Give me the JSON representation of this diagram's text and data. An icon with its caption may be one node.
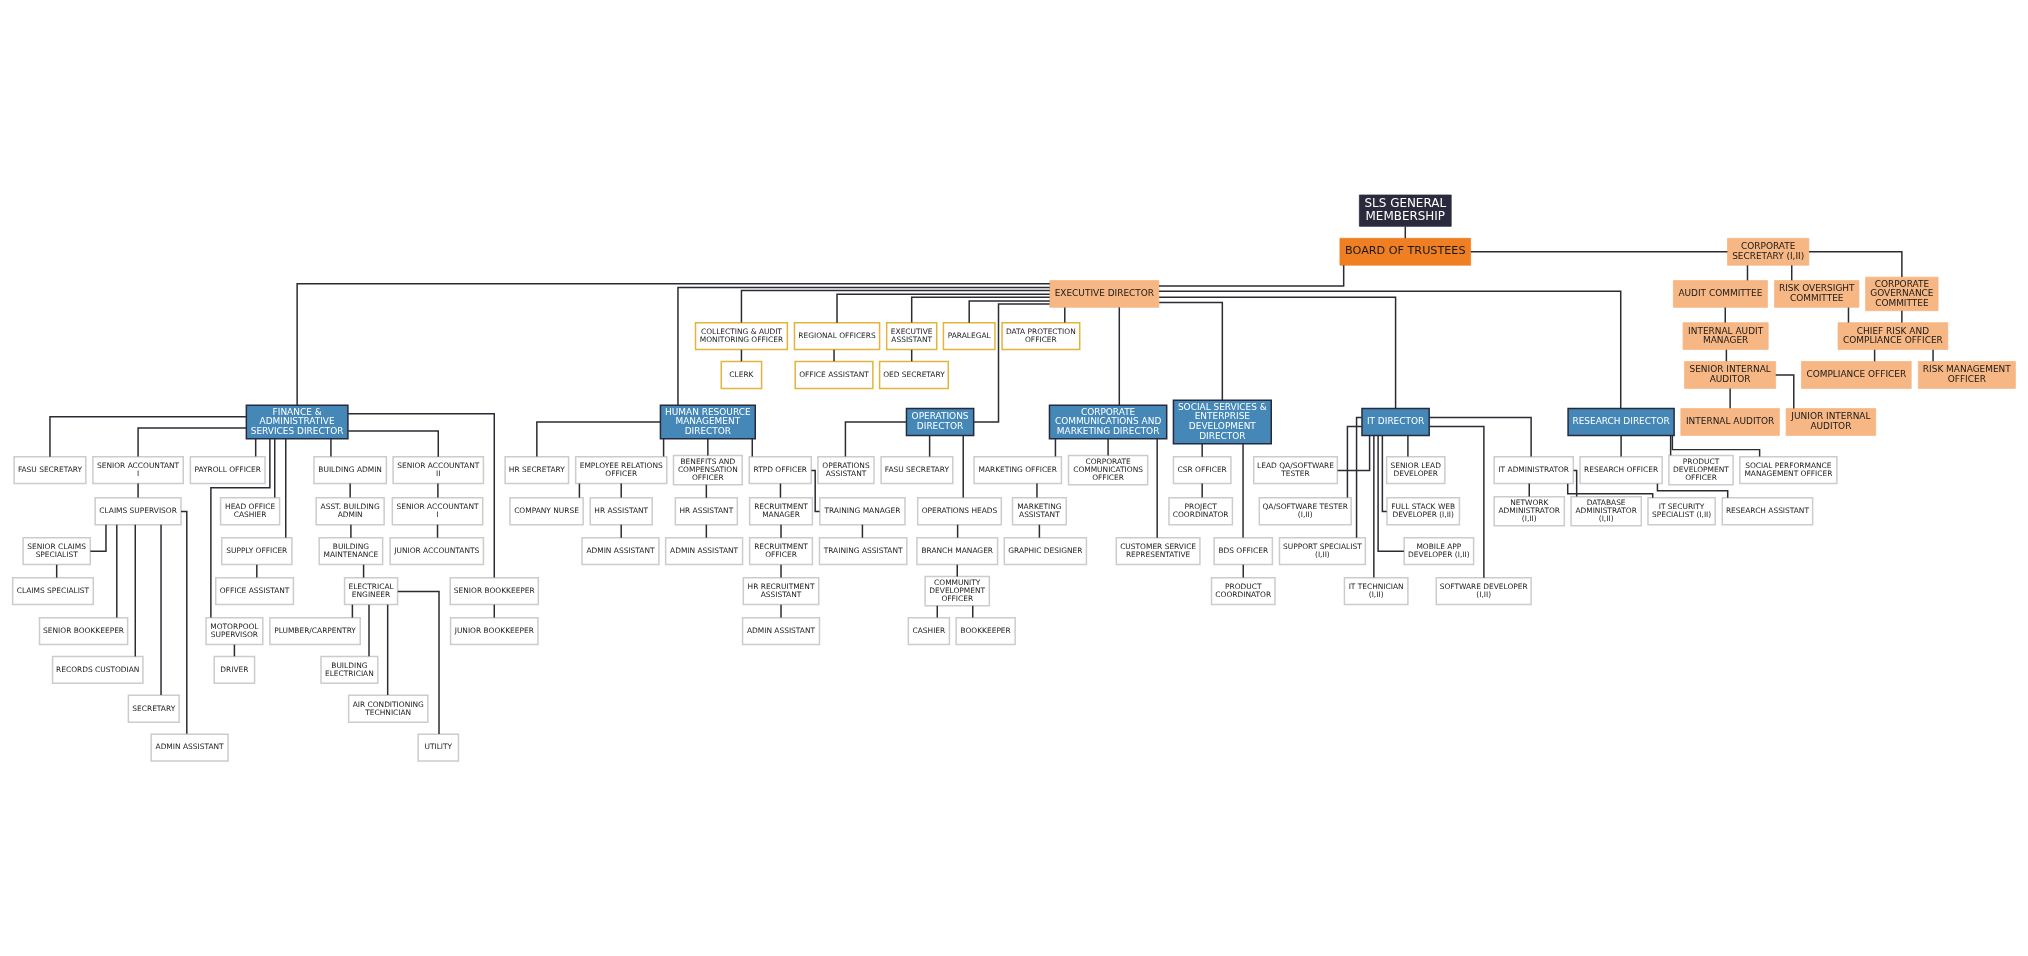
{
  "diagram": {
    "nodes": [
      {
        "text": [
          "SLS GENERAL MEMBERSHIP"
        ]
      },
      {
        "text": [
          "BOARD OF TRUSTEES"
        ]
      },
      {
        "text": [
          "CORPORATE SECRETARY (I,II)"
        ]
      },
      {
        "text": [
          "AUDIT COMMITTEE"
        ]
      },
      {
        "text": [
          "INTERNAL AUDIT MANAGER"
        ]
      },
      {
        "text": [
          "SENIOR INTERNAL AUDITOR"
        ]
      },
      {
        "text": [
          "INTERNAL AUDITOR"
        ]
      },
      {
        "text": [
          "JUNIOR INTERNAL AUDITOR"
        ]
      },
      {
        "text": [
          "RISK OVERSIGHT COMMITTEE"
        ]
      },
      {
        "text": [
          "CORPORATE GOVERNANCE COMMITTEE"
        ]
      },
      {
        "text": [
          "CHIEF RISK AND COMPLIANCE OFFICER"
        ]
      },
      {
        "text": [
          "COMPLIANCE OFFICER"
        ]
      },
      {
        "text": [
          "RISK MANAGEMENT OFFICER"
        ]
      },
      {
        "text": [
          "EXECUTIVE DIRECTOR"
        ]
      },
      {
        "text": [
          "COLLECTING & AUDIT MONITORING OFFICER"
        ]
      },
      {
        "text": [
          "CLERK"
        ]
      },
      {
        "text": [
          "REGIONAL OFFICERS"
        ]
      },
      {
        "text": [
          "OFFICE ASSISTANT"
        ]
      },
      {
        "text": [
          "EXECUTIVE ASSISTANT"
        ]
      },
      {
        "text": [
          "OED SECRETARY"
        ]
      },
      {
        "text": [
          "PARALEGAL"
        ]
      },
      {
        "text": [
          "DATA PROTECTION OFFICER"
        ]
      },
      {
        "text": [
          "FINANCE & ADMINISTRATIVE SERVICES DIRECTOR"
        ]
      },
      {
        "text": [
          "HUMAN RESOURCE MANAGEMENT DIRECTOR"
        ]
      },
      {
        "text": [
          "OPERATIONS DIRECTOR"
        ]
      },
      {
        "text": [
          "CORPORATE COMMUNICATIONS AND MARKETING DIRECTOR"
        ]
      },
      {
        "text": [
          "SOCIAL SERVICES & ENTERPRISE DEVELOPMENT DIRECTOR"
        ]
      },
      {
        "text": [
          "IT DIRECTOR"
        ]
      },
      {
        "text": [
          "RESEARCH DIRECTOR"
        ]
      },
      {
        "text": [
          "FASU SECRETARY"
        ]
      },
      {
        "text": [
          "SENIOR ACCOUNTANT I"
        ]
      },
      {
        "text": [
          "CLAIMS SUPERVISOR"
        ]
      },
      {
        "text": [
          "SENIOR CLAIMS SPECIALIST"
        ]
      },
      {
        "text": [
          "CLAIMS SPECIALIST"
        ]
      },
      {
        "text": [
          "SENIOR BOOKKEEPER"
        ]
      },
      {
        "text": [
          "RECORDS CUSTODIAN"
        ]
      },
      {
        "text": [
          "SECRETARY"
        ]
      },
      {
        "text": [
          "ADMIN ASSISTANT"
        ]
      },
      {
        "text": [
          "PAYROLL OFFICER"
        ]
      },
      {
        "text": [
          "HEAD OFFICE CASHIER"
        ]
      },
      {
        "text": [
          "SUPPLY OFFICER"
        ]
      },
      {
        "text": [
          "OFFICE ASSISTANT"
        ]
      },
      {
        "text": [
          "MOTORPOOL SUPERVISOR"
        ]
      },
      {
        "text": [
          "DRIVER"
        ]
      },
      {
        "text": [
          "BUILDING ADMIN"
        ]
      },
      {
        "text": [
          "ASST. BUILDING ADMIN"
        ]
      },
      {
        "text": [
          "BUILDING MAINTENANCE"
        ]
      },
      {
        "text": [
          "ELECTRICAL ENGINEER"
        ]
      },
      {
        "text": [
          "PLUMBER/CARPENTRY"
        ]
      },
      {
        "text": [
          "BUILDING ELECTRICIAN"
        ]
      },
      {
        "text": [
          "AIR CONDITIONING TECHNICIAN"
        ]
      },
      {
        "text": [
          "UTILITY"
        ]
      },
      {
        "text": [
          "SENIOR ACCOUNTANT II"
        ]
      },
      {
        "text": [
          "SENIOR ACCOUNTANT I"
        ]
      },
      {
        "text": [
          "JUNIOR ACCOUNTANTS"
        ]
      },
      {
        "text": [
          "SENIOR BOOKKEEPER"
        ]
      },
      {
        "text": [
          "JUNIOR BOOKKEEPER"
        ]
      },
      {
        "text": [
          "HR SECRETARY"
        ]
      },
      {
        "text": [
          "EMPLOYEE RELATIONS OFFICER"
        ]
      },
      {
        "text": [
          "COMPANY NURSE"
        ]
      },
      {
        "text": [
          "HR ASSISTANT"
        ]
      },
      {
        "text": [
          "ADMIN ASSISTANT"
        ]
      },
      {
        "text": [
          "BENEFITS AND COMPENSATION OFFICER"
        ]
      },
      {
        "text": [
          "HR ASSISTANT"
        ]
      },
      {
        "text": [
          "ADMIN ASSISTANT"
        ]
      },
      {
        "text": [
          "RTPD OFFICER"
        ]
      },
      {
        "text": [
          "RECRUITMENT MANAGER"
        ]
      },
      {
        "text": [
          "RECRUITMENT OFFICER"
        ]
      },
      {
        "text": [
          "HR RECRUITMENT ASSISTANT"
        ]
      },
      {
        "text": [
          "ADMIN ASSISTANT"
        ]
      },
      {
        "text": [
          "TRAINING MANAGER"
        ]
      },
      {
        "text": [
          "TRAINING ASSISTANT"
        ]
      },
      {
        "text": [
          "OPERATIONS ASSISTANT"
        ]
      },
      {
        "text": [
          "FASU SECRETARY"
        ]
      },
      {
        "text": [
          "OPERATIONS HEADS"
        ]
      },
      {
        "text": [
          "BRANCH MANAGER"
        ]
      },
      {
        "text": [
          "COMMUNITY DEVELOPMENT OFFICER"
        ]
      },
      {
        "text": [
          "CASHIER"
        ]
      },
      {
        "text": [
          "BOOKKEEPER"
        ]
      },
      {
        "text": [
          "MARKETING OFFICER"
        ]
      },
      {
        "text": [
          "MARKETING ASSISTANT"
        ]
      },
      {
        "text": [
          "GRAPHIC DESIGNER"
        ]
      },
      {
        "text": [
          "CORPORATE COMMUNICATIONS OFFICER"
        ]
      },
      {
        "text": [
          "CUSTOMER SERVICE REPRESENTATIVE"
        ]
      },
      {
        "text": [
          "CSR OFFICER"
        ]
      },
      {
        "text": [
          "PROJECT COORDINATOR"
        ]
      },
      {
        "text": [
          "BDS OFFICER"
        ]
      },
      {
        "text": [
          "PRODUCT COORDINATOR"
        ]
      },
      {
        "text": [
          "LEAD QA/SOFTWARE TESTER"
        ]
      },
      {
        "text": [
          "QA/SOFTWARE TESTER (I,II)"
        ]
      },
      {
        "text": [
          "SUPPORT SPECIALIST (I,II)"
        ]
      },
      {
        "text": [
          "IT TECHNICIAN (I,II)"
        ]
      },
      {
        "text": [
          "SENIOR LEAD DEVELOPER"
        ]
      },
      {
        "text": [
          "FULL STACK WEB DEVELOPER (I,II)"
        ]
      },
      {
        "text": [
          "MOBILE APP DEVELOPER (I,II)"
        ]
      },
      {
        "text": [
          "SOFTWARE DEVELOPER (I,II)"
        ]
      },
      {
        "text": [
          "IT ADMINISTRATOR"
        ]
      },
      {
        "text": [
          "NETWORK ADMINISTRATOR (I,II)"
        ]
      },
      {
        "text": [
          "DATABASE ADMINISTRATOR (I,II)"
        ]
      },
      {
        "text": [
          "IT SECURITY SPECIALIST (I,II)"
        ]
      },
      {
        "text": [
          "RESEARCH OFFICER"
        ]
      },
      {
        "text": [
          "RESEARCH ASSISTANT"
        ]
      },
      {
        "text": [
          "PRODUCT DEVELOPMENT OFFICER"
        ]
      },
      {
        "text": [
          "SOCIAL PERFORMANCE MANAGEMENT OFFICER"
        ]
      }
    ],
    "edges": [
      {
        "from": 0,
        "to": 1,
        "arrow": "none"
      },
      {
        "from": 1,
        "to": 2,
        "arrow": "none"
      },
      {
        "from": 2,
        "to": 3,
        "arrow": "none"
      },
      {
        "from": 3,
        "to": 4,
        "arrow": "none"
      },
      {
        "from": 4,
        "to": 5,
        "arrow": "none"
      },
      {
        "from": 5,
        "to": 6,
        "arrow": "none"
      },
      {
        "from": 5,
        "to": 7,
        "arrow": "none"
      },
      {
        "from": 2,
        "to": 8,
        "arrow": "none"
      },
      {
        "from": 2,
        "to": 9,
        "arrow": "none"
      },
      {
        "from": 8,
        "to": 10,
        "arrow": "none"
      },
      {
        "from": 9,
        "to": 10,
        "arrow": "none"
      },
      {
        "from": 10,
        "to": 11,
        "arrow": "none"
      },
      {
        "from": 10,
        "to": 12,
        "arrow": "none"
      },
      {
        "from": 1,
        "to": 13,
        "arrow": "none"
      },
      {
        "from": 13,
        "to": 14,
        "arrow": "none"
      },
      {
        "from": 14,
        "to": 15,
        "arrow": "none"
      },
      {
        "from": 13,
        "to": 16,
        "arrow": "none"
      },
      {
        "from": 16,
        "to": 17,
        "arrow": "none"
      },
      {
        "from": 13,
        "to": 18,
        "arrow": "none"
      },
      {
        "from": 18,
        "to": 19,
        "arrow": "none"
      },
      {
        "from": 13,
        "to": 20,
        "arrow": "none"
      },
      {
        "from": 13,
        "to": 21,
        "arrow": "none"
      },
      {
        "from": 13,
        "to": 22,
        "arrow": "none"
      },
      {
        "from": 13,
        "to": 23,
        "arrow": "none"
      },
      {
        "from": 13,
        "to": 24,
        "arrow": "none"
      },
      {
        "from": 13,
        "to": 25,
        "arrow": "none"
      },
      {
        "from": 13,
        "to": 26,
        "arrow": "none"
      },
      {
        "from": 13,
        "to": 27,
        "arrow": "none"
      },
      {
        "from": 13,
        "to": 28,
        "arrow": "none"
      },
      {
        "from": 22,
        "to": 29,
        "arrow": "none"
      },
      {
        "from": 22,
        "to": 30,
        "arrow": "none"
      },
      {
        "from": 30,
        "to": 31,
        "arrow": "none"
      },
      {
        "from": 31,
        "to": 32,
        "arrow": "none"
      },
      {
        "from": 32,
        "to": 33,
        "arrow": "none"
      },
      {
        "from": 31,
        "to": 34,
        "arrow": "none"
      },
      {
        "from": 31,
        "to": 35,
        "arrow": "none"
      },
      {
        "from": 31,
        "to": 36,
        "arrow": "none"
      },
      {
        "from": 31,
        "to": 37,
        "arrow": "none"
      },
      {
        "from": 22,
        "to": 38,
        "arrow": "none"
      },
      {
        "from": 22,
        "to": 39,
        "arrow": "none"
      },
      {
        "from": 22,
        "to": 40,
        "arrow": "none"
      },
      {
        "from": 40,
        "to": 41,
        "arrow": "none"
      },
      {
        "from": 22,
        "to": 42,
        "arrow": "none"
      },
      {
        "from": 42,
        "to": 43,
        "arrow": "none"
      },
      {
        "from": 22,
        "to": 44,
        "arrow": "none"
      },
      {
        "from": 44,
        "to": 45,
        "arrow": "none"
      },
      {
        "from": 45,
        "to": 46,
        "arrow": "none"
      },
      {
        "from": 46,
        "to": 47,
        "arrow": "none"
      },
      {
        "from": 47,
        "to": 48,
        "arrow": "none"
      },
      {
        "from": 47,
        "to": 49,
        "arrow": "none"
      },
      {
        "from": 47,
        "to": 50,
        "arrow": "none"
      },
      {
        "from": 47,
        "to": 51,
        "arrow": "none"
      },
      {
        "from": 22,
        "to": 52,
        "arrow": "none"
      },
      {
        "from": 52,
        "to": 53,
        "arrow": "none"
      },
      {
        "from": 53,
        "to": 54,
        "arrow": "none"
      },
      {
        "from": 22,
        "to": 55,
        "arrow": "none"
      },
      {
        "from": 55,
        "to": 56,
        "arrow": "none"
      },
      {
        "from": 23,
        "to": 57,
        "arrow": "none"
      },
      {
        "from": 23,
        "to": 58,
        "arrow": "none"
      },
      {
        "from": 58,
        "to": 59,
        "arrow": "none"
      },
      {
        "from": 58,
        "to": 60,
        "arrow": "none"
      },
      {
        "from": 60,
        "to": 61,
        "arrow": "none"
      },
      {
        "from": 23,
        "to": 62,
        "arrow": "none"
      },
      {
        "from": 62,
        "to": 63,
        "arrow": "none"
      },
      {
        "from": 63,
        "to": 64,
        "arrow": "none"
      },
      {
        "from": 23,
        "to": 65,
        "arrow": "none"
      },
      {
        "from": 65,
        "to": 66,
        "arrow": "none"
      },
      {
        "from": 66,
        "to": 67,
        "arrow": "none"
      },
      {
        "from": 67,
        "to": 68,
        "arrow": "none"
      },
      {
        "from": 68,
        "to": 69,
        "arrow": "none"
      },
      {
        "from": 65,
        "to": 70,
        "arrow": "none"
      },
      {
        "from": 70,
        "to": 71,
        "arrow": "none"
      },
      {
        "from": 24,
        "to": 72,
        "arrow": "none"
      },
      {
        "from": 24,
        "to": 73,
        "arrow": "none"
      },
      {
        "from": 24,
        "to": 74,
        "arrow": "none"
      },
      {
        "from": 74,
        "to": 75,
        "arrow": "none"
      },
      {
        "from": 75,
        "to": 76,
        "arrow": "none"
      },
      {
        "from": 76,
        "to": 77,
        "arrow": "none"
      },
      {
        "from": 76,
        "to": 78,
        "arrow": "none"
      },
      {
        "from": 25,
        "to": 79,
        "arrow": "none"
      },
      {
        "from": 79,
        "to": 80,
        "arrow": "none"
      },
      {
        "from": 80,
        "to": 81,
        "arrow": "none"
      },
      {
        "from": 25,
        "to": 82,
        "arrow": "none"
      },
      {
        "from": 25,
        "to": 83,
        "arrow": "none"
      },
      {
        "from": 26,
        "to": 84,
        "arrow": "none"
      },
      {
        "from": 84,
        "to": 85,
        "arrow": "none"
      },
      {
        "from": 26,
        "to": 86,
        "arrow": "none"
      },
      {
        "from": 86,
        "to": 87,
        "arrow": "none"
      },
      {
        "from": 27,
        "to": 88,
        "arrow": "none"
      },
      {
        "from": 27,
        "to": 89,
        "arrow": "none"
      },
      {
        "from": 27,
        "to": 90,
        "arrow": "none"
      },
      {
        "from": 27,
        "to": 91,
        "arrow": "none"
      },
      {
        "from": 27,
        "to": 92,
        "arrow": "none"
      },
      {
        "from": 27,
        "to": 93,
        "arrow": "none"
      },
      {
        "from": 27,
        "to": 94,
        "arrow": "none"
      },
      {
        "from": 27,
        "to": 95,
        "arrow": "none"
      },
      {
        "from": 27,
        "to": 96,
        "arrow": "none"
      },
      {
        "from": 96,
        "to": 97,
        "arrow": "none"
      },
      {
        "from": 96,
        "to": 98,
        "arrow": "none"
      },
      {
        "from": 96,
        "to": 99,
        "arrow": "none"
      },
      {
        "from": 28,
        "to": 100,
        "arrow": "none"
      },
      {
        "from": 100,
        "to": 101,
        "arrow": "none"
      },
      {
        "from": 28,
        "to": 102,
        "arrow": "none"
      },
      {
        "from": 28,
        "to": 103,
        "arrow": "none"
      }
    ]
  }
}
